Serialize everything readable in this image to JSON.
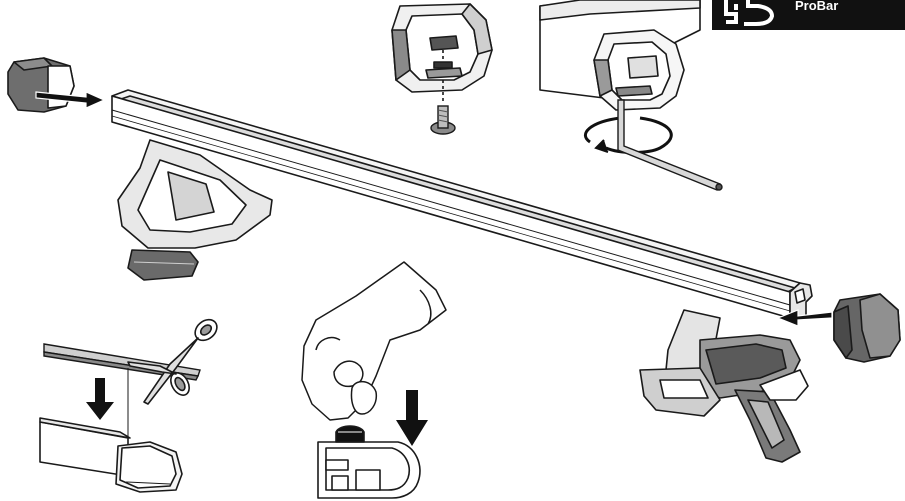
{
  "badge": {
    "product_label": "ProBar",
    "logo_icon": "brand-logo-icon"
  },
  "illustration": {
    "steps": [
      {
        "name": "remove-end-cap",
        "icons": [
          "end-cap-icon",
          "arrow-right-icon"
        ]
      },
      {
        "name": "insert-t-track-adapter",
        "icons": [
          "end-cap-cutaway-icon",
          "t-bolt-icon"
        ]
      },
      {
        "name": "tighten-with-allen-key",
        "icons": [
          "bar-end-cutaway-icon",
          "rotate-arrow-icon",
          "allen-key-icon"
        ]
      },
      {
        "name": "refit-end-cap",
        "icons": [
          "end-cap-icon",
          "arrow-left-icon"
        ]
      },
      {
        "name": "cut-rubber-strip",
        "icons": [
          "scissors-icon",
          "arrow-down-icon",
          "bar-end-icon"
        ]
      },
      {
        "name": "press-strip-into-track",
        "icons": [
          "hand-icon",
          "arrow-down-icon",
          "bar-profile-icon"
        ]
      }
    ],
    "colors": {
      "line": "#1a1a1a",
      "fill": "#ffffff",
      "shade": "#b0b0b0",
      "dark_shade": "#555555",
      "arrow": "#111111",
      "badge_bg": "#111111",
      "badge_text": "#ffffff"
    }
  }
}
